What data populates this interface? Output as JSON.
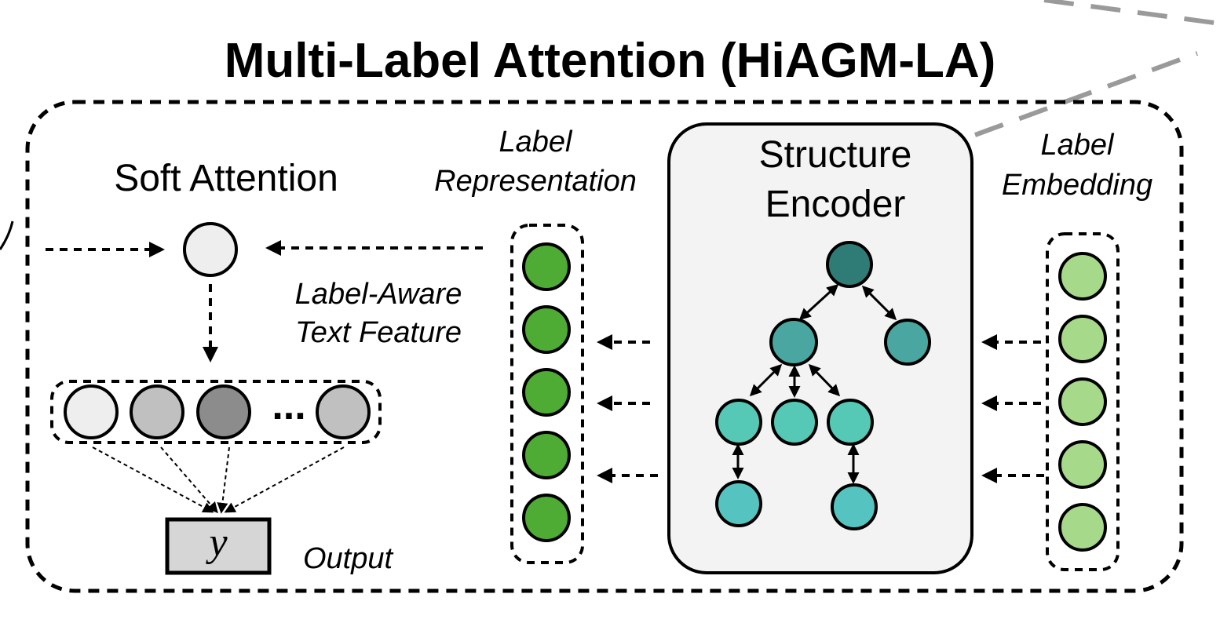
{
  "title": "Multi-Label Attention (HiAGM-LA)",
  "soft_attention": {
    "title": "Soft Attention"
  },
  "structure_encoder": {
    "title_line1": "Structure",
    "title_line2": "Encoder"
  },
  "labels": {
    "label_representation_line1": "Label",
    "label_representation_line2": "Representation",
    "label_embedding_line1": "Label",
    "label_embedding_line2": "Embedding",
    "label_aware_line1": "Label-Aware",
    "label_aware_line2": "Text Feature",
    "output": "Output",
    "ellipsis": "...",
    "y": "y"
  },
  "colors": {
    "label_representation_node": "#4eab33",
    "label_embedding_node": "#a7d98a",
    "tree_root": "#2f7b76",
    "tree_level1": "#4aa6a0",
    "tree_level2": "#55c9b6",
    "tree_level3": "#55c4c1",
    "attention_weights": [
      "#eeeeee",
      "#c0c0c0",
      "#8c8c8c",
      "#c0c0c0"
    ],
    "output_box": "#d6d6d6",
    "encoder_panel": "#f3f3f3"
  }
}
